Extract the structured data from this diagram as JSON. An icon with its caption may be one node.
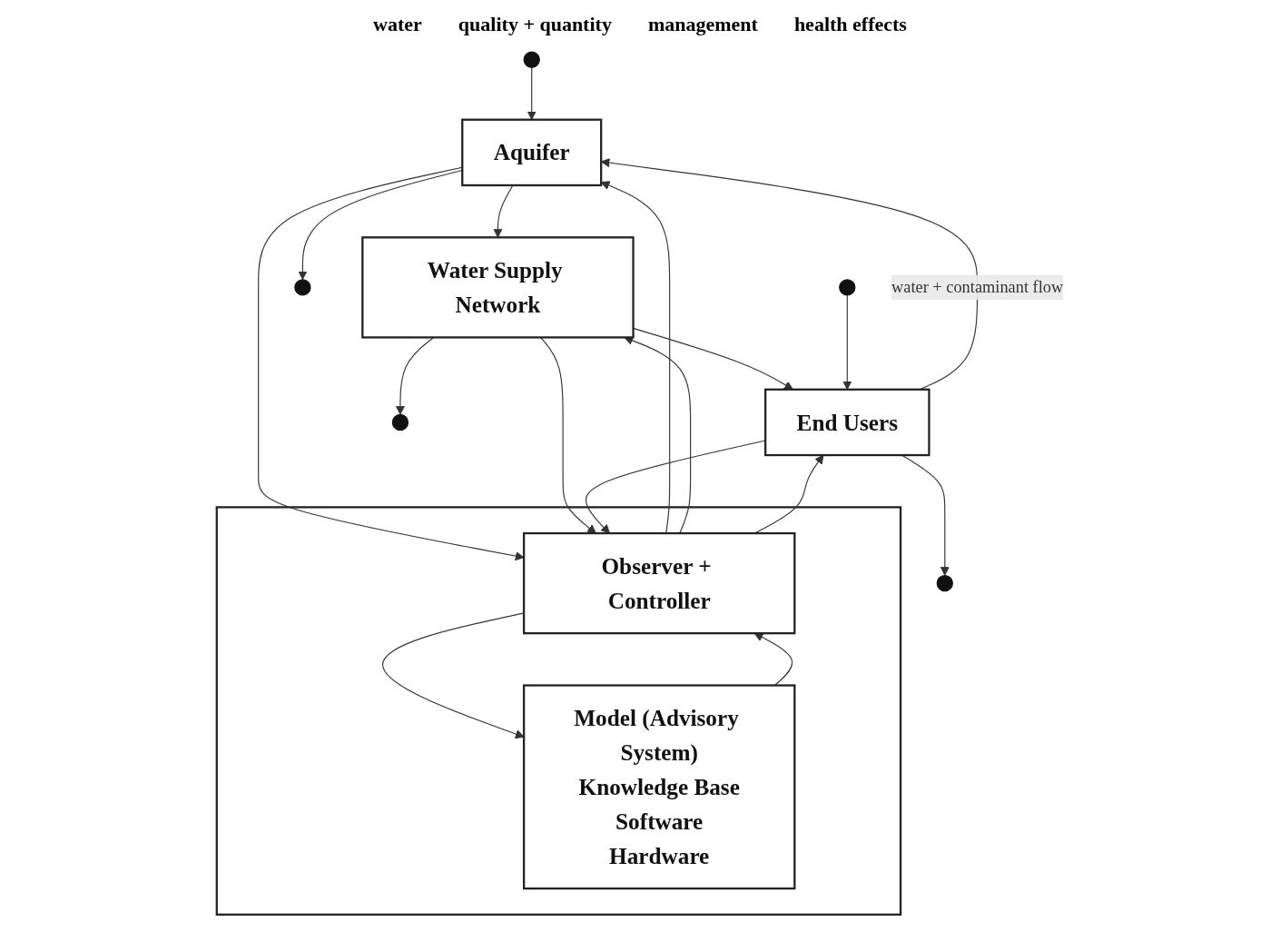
{
  "diagram": {
    "nodes": [
      {
        "text": [
          "Aquifer"
        ]
      },
      {
        "text": [
          "Water Supply Network"
        ]
      },
      {
        "text": [
          "End Users"
        ]
      },
      {
        "text": [],
        "shape": "box"
      },
      {
        "text": [
          "Observer + Controller"
        ],
        "in": 3
      },
      {
        "text": [
          "Model (Advisory System)",
          "Knowledge Base",
          "Software",
          "Hardware"
        ],
        "in": 3
      },
      {
        "text": [],
        "shape": "circle"
      },
      {
        "text": [],
        "shape": "circle"
      },
      {
        "text": [],
        "shape": "circle"
      },
      {
        "text": [],
        "shape": "circle"
      },
      {
        "text": [],
        "shape": "circle"
      }
    ],
    "edges": [
      {
        "from": 2,
        "to": 0,
        "arrow": "to",
        "label": "water + contaminant flow"
      },
      {
        "from": 0,
        "to": 6,
        "arrow": "to"
      },
      {
        "from": 7,
        "to": 0,
        "arrow": "to"
      },
      {
        "from": 0,
        "to": 1,
        "arrow": "to"
      },
      {
        "from": 1,
        "to": 2,
        "arrow": "to"
      },
      {
        "from": 2,
        "to": 8,
        "arrow": "to"
      },
      {
        "from": 9,
        "to": 2,
        "arrow": "to"
      },
      {
        "from": 1,
        "to": 10,
        "arrow": "to"
      },
      {
        "from": 0,
        "to": 4,
        "arrow": "to"
      },
      {
        "from": 4,
        "to": 0,
        "arrow": "to"
      },
      {
        "from": 1,
        "to": 4,
        "arrow": "to"
      },
      {
        "from": 4,
        "to": 1,
        "arrow": "to"
      },
      {
        "from": 2,
        "to": 4,
        "arrow": "to"
      },
      {
        "from": 4,
        "to": 2,
        "arrow": "to"
      },
      {
        "from": 4,
        "to": 5,
        "arrow": "to"
      },
      {
        "from": 5,
        "to": 4,
        "arrow": "to"
      }
    ],
    "labels": [
      "water",
      "quality + quantity",
      "management",
      "health effects"
    ]
  }
}
